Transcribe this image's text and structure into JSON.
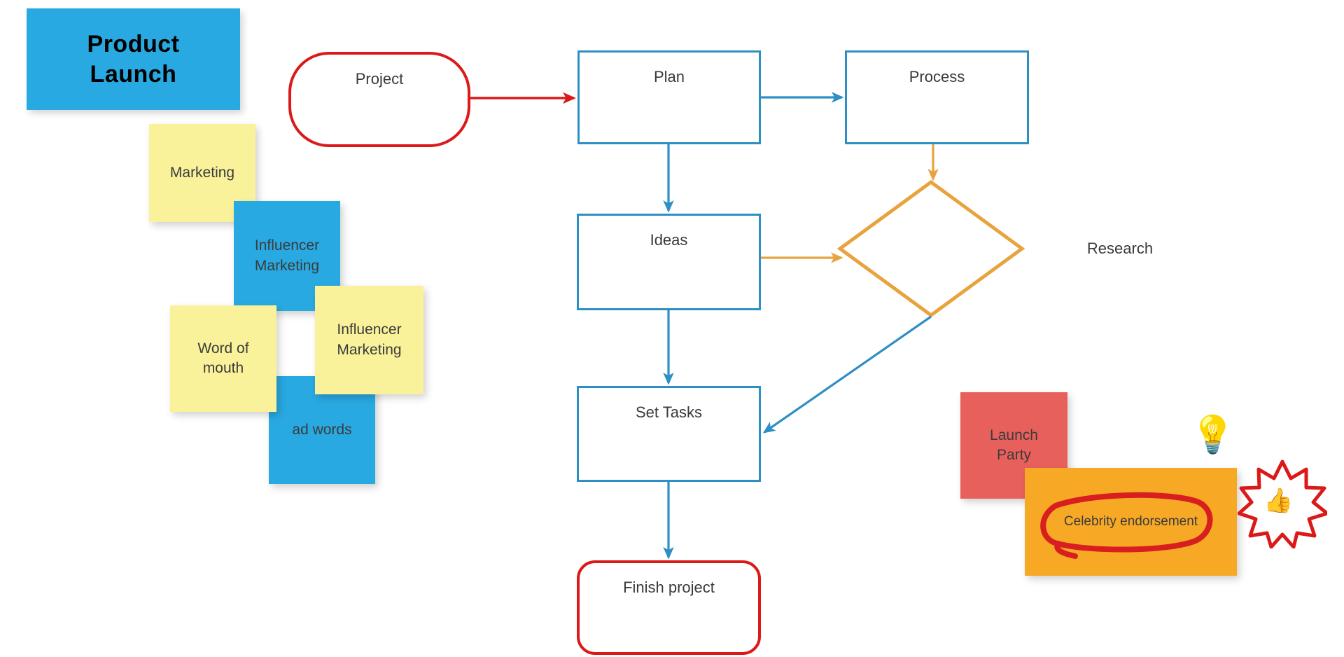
{
  "board": {
    "background": "#ffffff"
  },
  "title_card": {
    "line1": "Product",
    "line2": "Launch",
    "fill": "#29A9E1",
    "text_color": "#000000"
  },
  "sticky_notes": [
    {
      "id": "marketing",
      "text": "Marketing",
      "fill": "#F9F29B",
      "text_color": "#3b3b3b"
    },
    {
      "id": "influencer-marketing-blue",
      "text": "Influencer\nMarketing",
      "fill": "#29A9E1",
      "text_color": "#3b3b3b"
    },
    {
      "id": "influencer-marketing-yellow",
      "text": "Influencer\nMarketing",
      "fill": "#F9F29B",
      "text_color": "#3b3b3b"
    },
    {
      "id": "word-of-mouth",
      "text": "Word of\nmouth",
      "fill": "#F9F29B",
      "text_color": "#3b3b3b"
    },
    {
      "id": "ad-words",
      "text": "ad words",
      "fill": "#29A9E1",
      "text_color": "#3b3b3b"
    },
    {
      "id": "launch-party",
      "text": "Launch\nParty",
      "fill": "#E8605C",
      "text_color": "#3b3b3b"
    },
    {
      "id": "celebrity-endorsement",
      "text": "Celebrity endorsement",
      "fill": "#F7A926",
      "text_color": "#3b3b3b"
    }
  ],
  "flow_nodes": [
    {
      "id": "project",
      "label": "Project",
      "shape": "rounded-stadium",
      "stroke": "#DC1919"
    },
    {
      "id": "plan",
      "label": "Plan",
      "shape": "rectangle",
      "stroke": "#2E8FC4"
    },
    {
      "id": "process",
      "label": "Process",
      "shape": "rectangle",
      "stroke": "#2E8FC4"
    },
    {
      "id": "ideas",
      "label": "Ideas",
      "shape": "rectangle",
      "stroke": "#2E8FC4"
    },
    {
      "id": "research",
      "label": "Research",
      "shape": "diamond",
      "stroke": "#E8A33D"
    },
    {
      "id": "set-tasks",
      "label": "Set Tasks",
      "shape": "rectangle",
      "stroke": "#2E8FC4"
    },
    {
      "id": "finish-project",
      "label": "Finish project",
      "shape": "rounded-rect",
      "stroke": "#DC1919"
    }
  ],
  "connectors": [
    {
      "id": "project-to-plan",
      "from": "project",
      "to": "plan",
      "color": "#DC1919"
    },
    {
      "id": "plan-to-process",
      "from": "plan",
      "to": "process",
      "color": "#2E8FC4"
    },
    {
      "id": "plan-to-ideas",
      "from": "plan",
      "to": "ideas",
      "color": "#2E8FC4"
    },
    {
      "id": "process-to-research",
      "from": "process",
      "to": "research",
      "color": "#E8A33D"
    },
    {
      "id": "ideas-to-research",
      "from": "ideas",
      "to": "research",
      "color": "#E8A33D"
    },
    {
      "id": "ideas-to-set-tasks",
      "from": "ideas",
      "to": "set-tasks",
      "color": "#2E8FC4"
    },
    {
      "id": "research-to-set-tasks",
      "from": "research",
      "to": "set-tasks",
      "color": "#2E8FC4"
    },
    {
      "id": "set-tasks-to-finish",
      "from": "set-tasks",
      "to": "finish-project",
      "color": "#2E8FC4"
    }
  ],
  "annotations": {
    "highlight_circle": {
      "id": "red-circle-annotation",
      "target": "celebrity-endorsement",
      "color": "#D81E1E"
    },
    "lightbulb": {
      "id": "lightbulb-emoji",
      "glyph": "💡"
    },
    "thumbs_up": {
      "id": "thumbs-up-emoji",
      "glyph": "👍"
    },
    "starburst": {
      "id": "starburst-badge",
      "color": "#DC1919",
      "fill": "#ffffff"
    }
  },
  "colors": {
    "blue": "#29A9E1",
    "blue_stroke": "#2E8FC4",
    "yellow": "#F9F29B",
    "orange": "#F7A926",
    "orange_stroke": "#E8A33D",
    "red": "#DC1919",
    "red_sticky": "#E8605C"
  }
}
